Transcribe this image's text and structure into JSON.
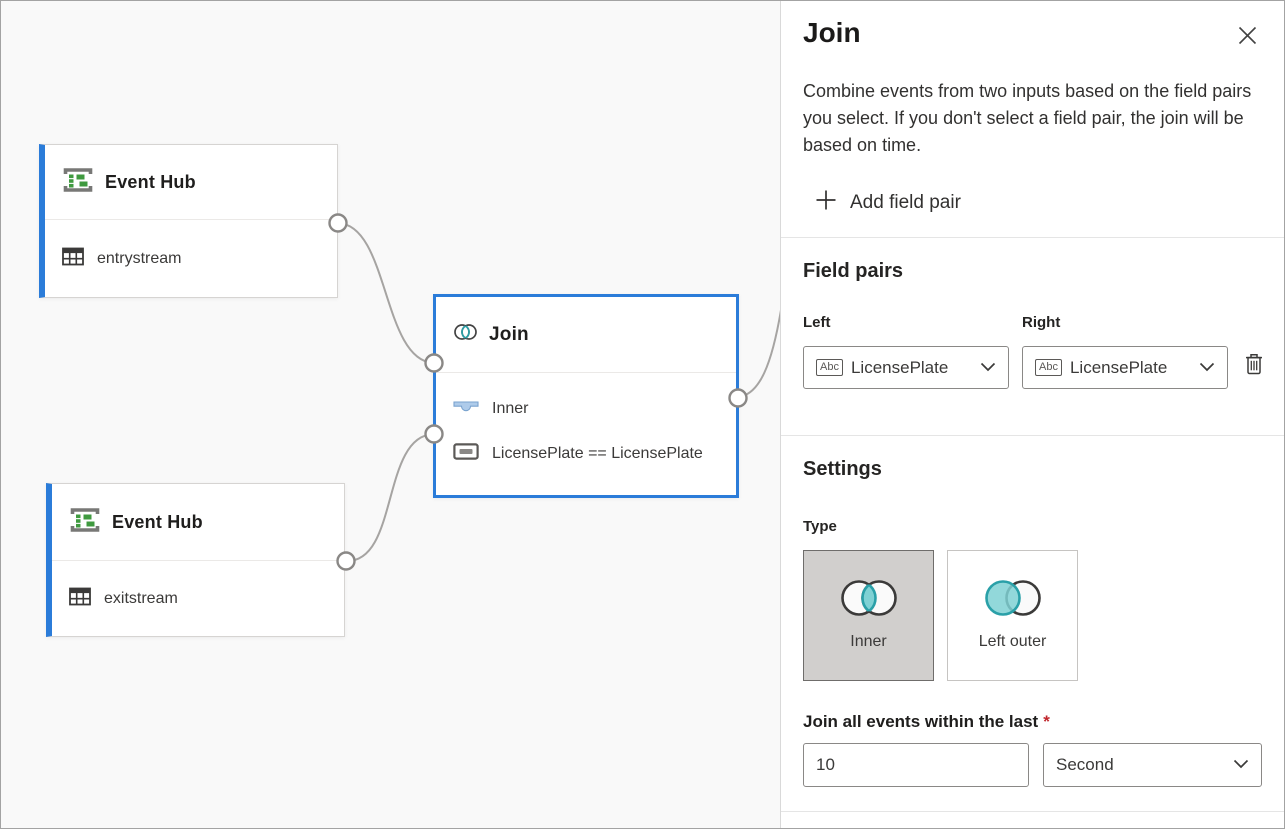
{
  "canvas": {
    "nodes": [
      {
        "type": "input",
        "title": "Event Hub",
        "stream": "entrystream"
      },
      {
        "type": "input",
        "title": "Event Hub",
        "stream": "exitstream"
      },
      {
        "type": "join",
        "title": "Join",
        "join_type": "Inner",
        "condition": "LicensePlate == LicensePlate"
      }
    ]
  },
  "panel": {
    "title": "Join",
    "description": "Combine events from two inputs based on the field pairs you select. If you don't select a field pair, the join will be based on time.",
    "add_field_pair": "Add field pair",
    "field_pairs": {
      "heading": "Field pairs",
      "left_label": "Left",
      "right_label": "Right",
      "left_value": "LicensePlate",
      "right_value": "LicensePlate",
      "field_type_badge": "Abc"
    },
    "settings": {
      "heading": "Settings",
      "type_label": "Type",
      "type_options": [
        {
          "label": "Inner",
          "selected": true
        },
        {
          "label": "Left outer",
          "selected": false
        }
      ],
      "window_label": "Join all events within the last",
      "required_marker": "*",
      "window_value": "10",
      "window_unit": "Second"
    }
  },
  "colors": {
    "accent_blue": "#2b7cd9",
    "teal_fill": "#7fd1d4",
    "teal_stroke": "#2aa0a8",
    "canvas_bg": "#f9f9f9",
    "selected_card_bg": "#d1cfcd",
    "required_red": "#c0262c",
    "edge_gray": "#a6a4a2"
  }
}
